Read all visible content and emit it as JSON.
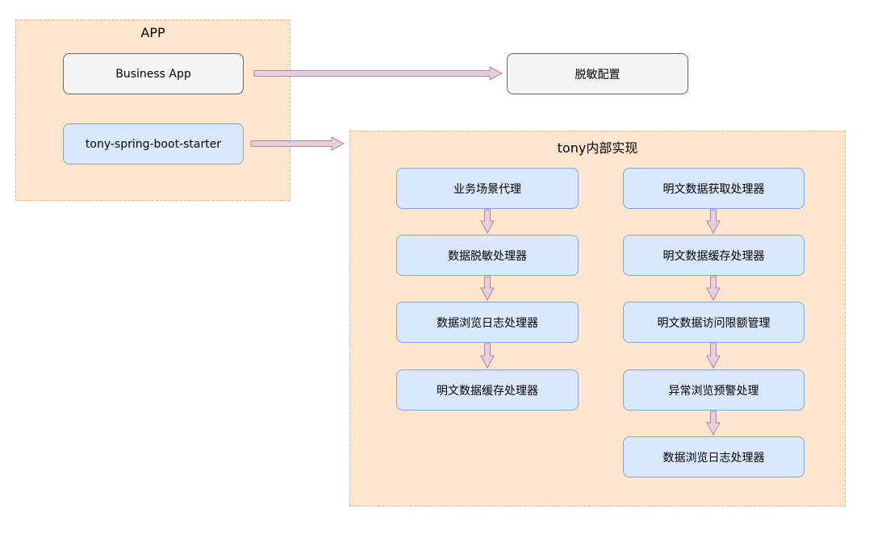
{
  "app_group": {
    "title": "APP",
    "business_app": "Business App",
    "starter": "tony-spring-boot-starter"
  },
  "desensitize_config": "脱敏配置",
  "internal_group": {
    "title": "tony内部实现",
    "left_column": [
      "业务场景代理",
      "数据脱敏处理器",
      "数据浏览日志处理器",
      "明文数据缓存处理器"
    ],
    "right_column": [
      "明文数据获取处理器",
      "明文数据缓存处理器",
      "明文数据访问限额管理",
      "异常浏览预警处理",
      "数据浏览日志处理器"
    ]
  },
  "colors": {
    "group_fill": "#ffe6cc",
    "group_border": "#f0b27a",
    "gray_box_fill": "#f5f5f5",
    "blue_box_fill": "#dae8fc",
    "arrow_fill": "#e6d0de",
    "arrow_stroke": "#b085a6"
  }
}
